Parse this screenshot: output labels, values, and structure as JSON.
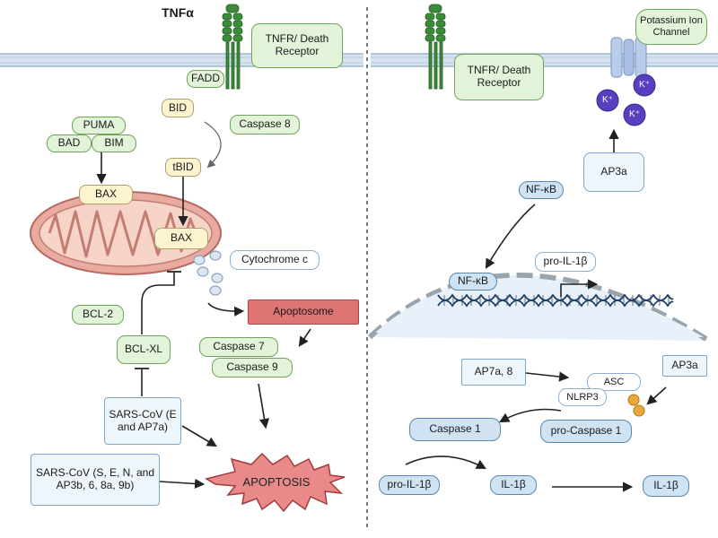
{
  "left": {
    "ligand": "TNFα",
    "receptor": "TNFR/ Death Receptor",
    "fadd": "FADD",
    "bid": "BID",
    "caspase8": "Caspase 8",
    "tbid": "tBID",
    "puma": "PUMA",
    "bad": "BAD",
    "bim": "BIM",
    "bax_top": "BAX",
    "bax_mito": "BAX",
    "cytochrome": "Cytochrome c",
    "bcl2": "BCL-2",
    "bclxl": "BCL-XL",
    "apoptosome": "Apoptosome",
    "caspase7": "Caspase 7",
    "caspase9": "Caspase 9",
    "sars_e_ap7a": "SARS-CoV (E and AP7a)",
    "sars_multi": "SARS-CoV (S, E, N, and AP3b, 6, 8a, 9b)",
    "apoptosis": "APOPTOSIS"
  },
  "right": {
    "receptor": "TNFR/ Death Receptor",
    "potassium": "Potassium Ion Channel",
    "kplus": "K⁺",
    "ap3a_top": "AP3a",
    "nfkb_cyto": "NF-κB",
    "nfkb_nuc": "NF-κB",
    "pro_il1b_gene": "pro-IL-1β",
    "ap7a8": "AP7a, 8",
    "ap3a_inf": "AP3a",
    "asc": "ASC",
    "nlrp3": "NLRP3",
    "caspase1": "Caspase 1",
    "pro_caspase1": "pro-Caspase 1",
    "pro_il1b": "pro-IL-1β",
    "il1b": "IL-1β",
    "il1b_out": "IL-1β"
  }
}
